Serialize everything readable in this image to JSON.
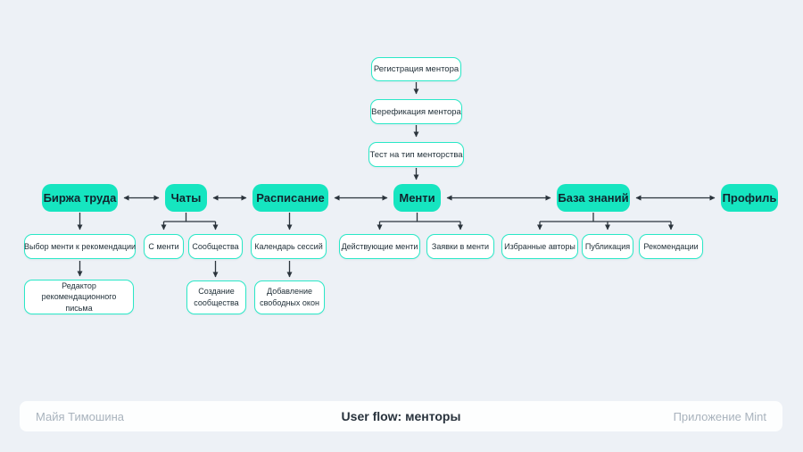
{
  "title": "User flow: менторы",
  "footer": {
    "author": "Майя Тимошина",
    "center_title": "User flow: менторы",
    "app": "Приложение Mint"
  },
  "colors": {
    "background": "#edf1f6",
    "accent_fill": "#16e5c0",
    "node_border": "#2ae8c7",
    "text": "#1b2b33",
    "muted_text": "#a9b3bd",
    "arrow": "#2b343c"
  },
  "nodes": {
    "registration": {
      "label": "Регистрация ментора"
    },
    "verification": {
      "label": "Верефикация ментора"
    },
    "test": {
      "label": "Тест на тип менторства"
    },
    "job_board": {
      "label": "Биржа труда"
    },
    "chats": {
      "label": "Чаты"
    },
    "schedule": {
      "label": "Расписание"
    },
    "mentees": {
      "label": "Менти"
    },
    "knowledge_base": {
      "label": "База знаний"
    },
    "profile": {
      "label": "Профиль"
    },
    "mentee_choice": {
      "label": "Выбор менти к рекомендации"
    },
    "with_mentee": {
      "label": "С менти"
    },
    "communities": {
      "label": "Сообщества"
    },
    "session_calendar": {
      "label": "Календарь сессий"
    },
    "active_mentees": {
      "label": "Действующие менти"
    },
    "mentee_requests": {
      "label": "Заявки в менти"
    },
    "favorite_authors": {
      "label": "Избранные авторы"
    },
    "publication": {
      "label": "Публикация"
    },
    "recommendations": {
      "label": "Рекомендации"
    },
    "letter_editor": {
      "label": "Редактор рекомендационного письма"
    },
    "community_creation": {
      "label": "Создание сообщества"
    },
    "free_slots": {
      "label": "Добавление свободных окон"
    }
  },
  "edges": [
    {
      "from": "registration",
      "to": "verification",
      "type": "arrow"
    },
    {
      "from": "verification",
      "to": "test",
      "type": "arrow"
    },
    {
      "from": "test",
      "to": "mentees",
      "type": "arrow"
    },
    {
      "from": "job_board",
      "to": "chats",
      "type": "bidirectional"
    },
    {
      "from": "chats",
      "to": "schedule",
      "type": "bidirectional"
    },
    {
      "from": "schedule",
      "to": "mentees",
      "type": "bidirectional"
    },
    {
      "from": "mentees",
      "to": "knowledge_base",
      "type": "bidirectional"
    },
    {
      "from": "knowledge_base",
      "to": "profile",
      "type": "bidirectional"
    },
    {
      "from": "job_board",
      "to": "mentee_choice",
      "type": "arrow"
    },
    {
      "from": "mentee_choice",
      "to": "letter_editor",
      "type": "arrow"
    },
    {
      "from": "chats",
      "to": "with_mentee",
      "type": "arrow"
    },
    {
      "from": "chats",
      "to": "communities",
      "type": "arrow"
    },
    {
      "from": "communities",
      "to": "community_creation",
      "type": "arrow"
    },
    {
      "from": "schedule",
      "to": "session_calendar",
      "type": "arrow"
    },
    {
      "from": "session_calendar",
      "to": "free_slots",
      "type": "arrow"
    },
    {
      "from": "mentees",
      "to": "active_mentees",
      "type": "arrow"
    },
    {
      "from": "mentees",
      "to": "mentee_requests",
      "type": "arrow"
    },
    {
      "from": "knowledge_base",
      "to": "favorite_authors",
      "type": "arrow"
    },
    {
      "from": "knowledge_base",
      "to": "publication",
      "type": "arrow"
    },
    {
      "from": "knowledge_base",
      "to": "recommendations",
      "type": "arrow"
    }
  ]
}
